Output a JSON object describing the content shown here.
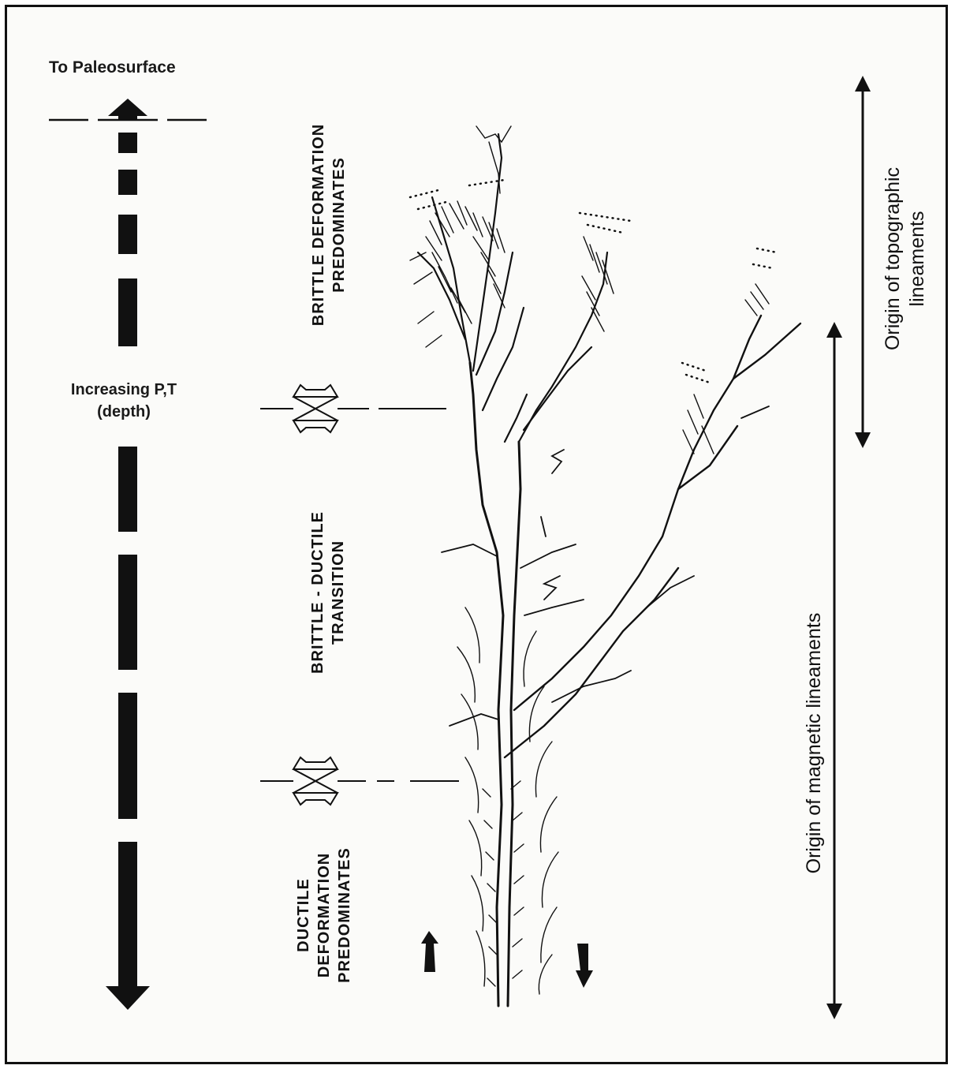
{
  "labels": {
    "paleosurface": "To Paleosurface",
    "pt_line1": "Increasing P,T",
    "pt_line2": "(depth)",
    "brittle_line1": "BRITTLE DEFORMATION",
    "brittle_line2": "PREDOMINATES",
    "transition_line1": "BRITTLE - DUCTILE",
    "transition_line2": "TRANSITION",
    "ductile_line1": "DUCTILE",
    "ductile_line2": "DEFORMATION",
    "ductile_line3": "PREDOMINATES",
    "topographic_line1": "Origin of topographic",
    "topographic_line2": "lineaments",
    "magnetic": "Origin of magnetic lineaments"
  }
}
